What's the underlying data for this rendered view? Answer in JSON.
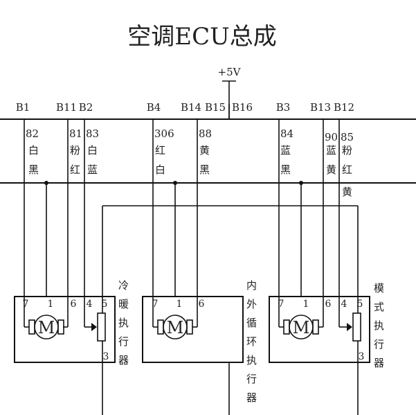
{
  "title": "空调ECU总成",
  "supply": "+5V",
  "pins": [
    "B1",
    "B11",
    "B2",
    "B4",
    "B14",
    "B15",
    "B16",
    "B3",
    "B13",
    "B12"
  ],
  "wires": [
    {
      "pin": "B1",
      "num": "82",
      "colors": [
        "白",
        "黑"
      ]
    },
    {
      "pin": "B11",
      "num": "81",
      "colors": [
        "粉",
        "红"
      ]
    },
    {
      "pin": "B2",
      "num": "83",
      "colors": [
        "白",
        "蓝"
      ]
    },
    {
      "pin": "B4",
      "num": "306",
      "colors": [
        "红",
        "白"
      ]
    },
    {
      "pin": "B14",
      "num": "88",
      "colors": [
        "黄",
        "黑"
      ]
    },
    {
      "pin": "B3",
      "num": "84",
      "colors": [
        "蓝",
        "黑"
      ]
    },
    {
      "pin": "B13",
      "num": "90",
      "colors": [
        "蓝",
        "黄"
      ]
    },
    {
      "pin": "B12",
      "num": "85",
      "colors": [
        "粉",
        "红",
        "黄"
      ]
    }
  ],
  "actuators": [
    {
      "name": "冷暖执行器",
      "terminals": [
        "7",
        "1",
        "6",
        "4",
        "5",
        "3"
      ]
    },
    {
      "name": "内外循环执行器",
      "terminals": [
        "7",
        "1",
        "6"
      ]
    },
    {
      "name": "模式执行器",
      "terminals": [
        "7",
        "1",
        "6",
        "4",
        "5",
        "3"
      ]
    }
  ],
  "motor_symbol": "M"
}
